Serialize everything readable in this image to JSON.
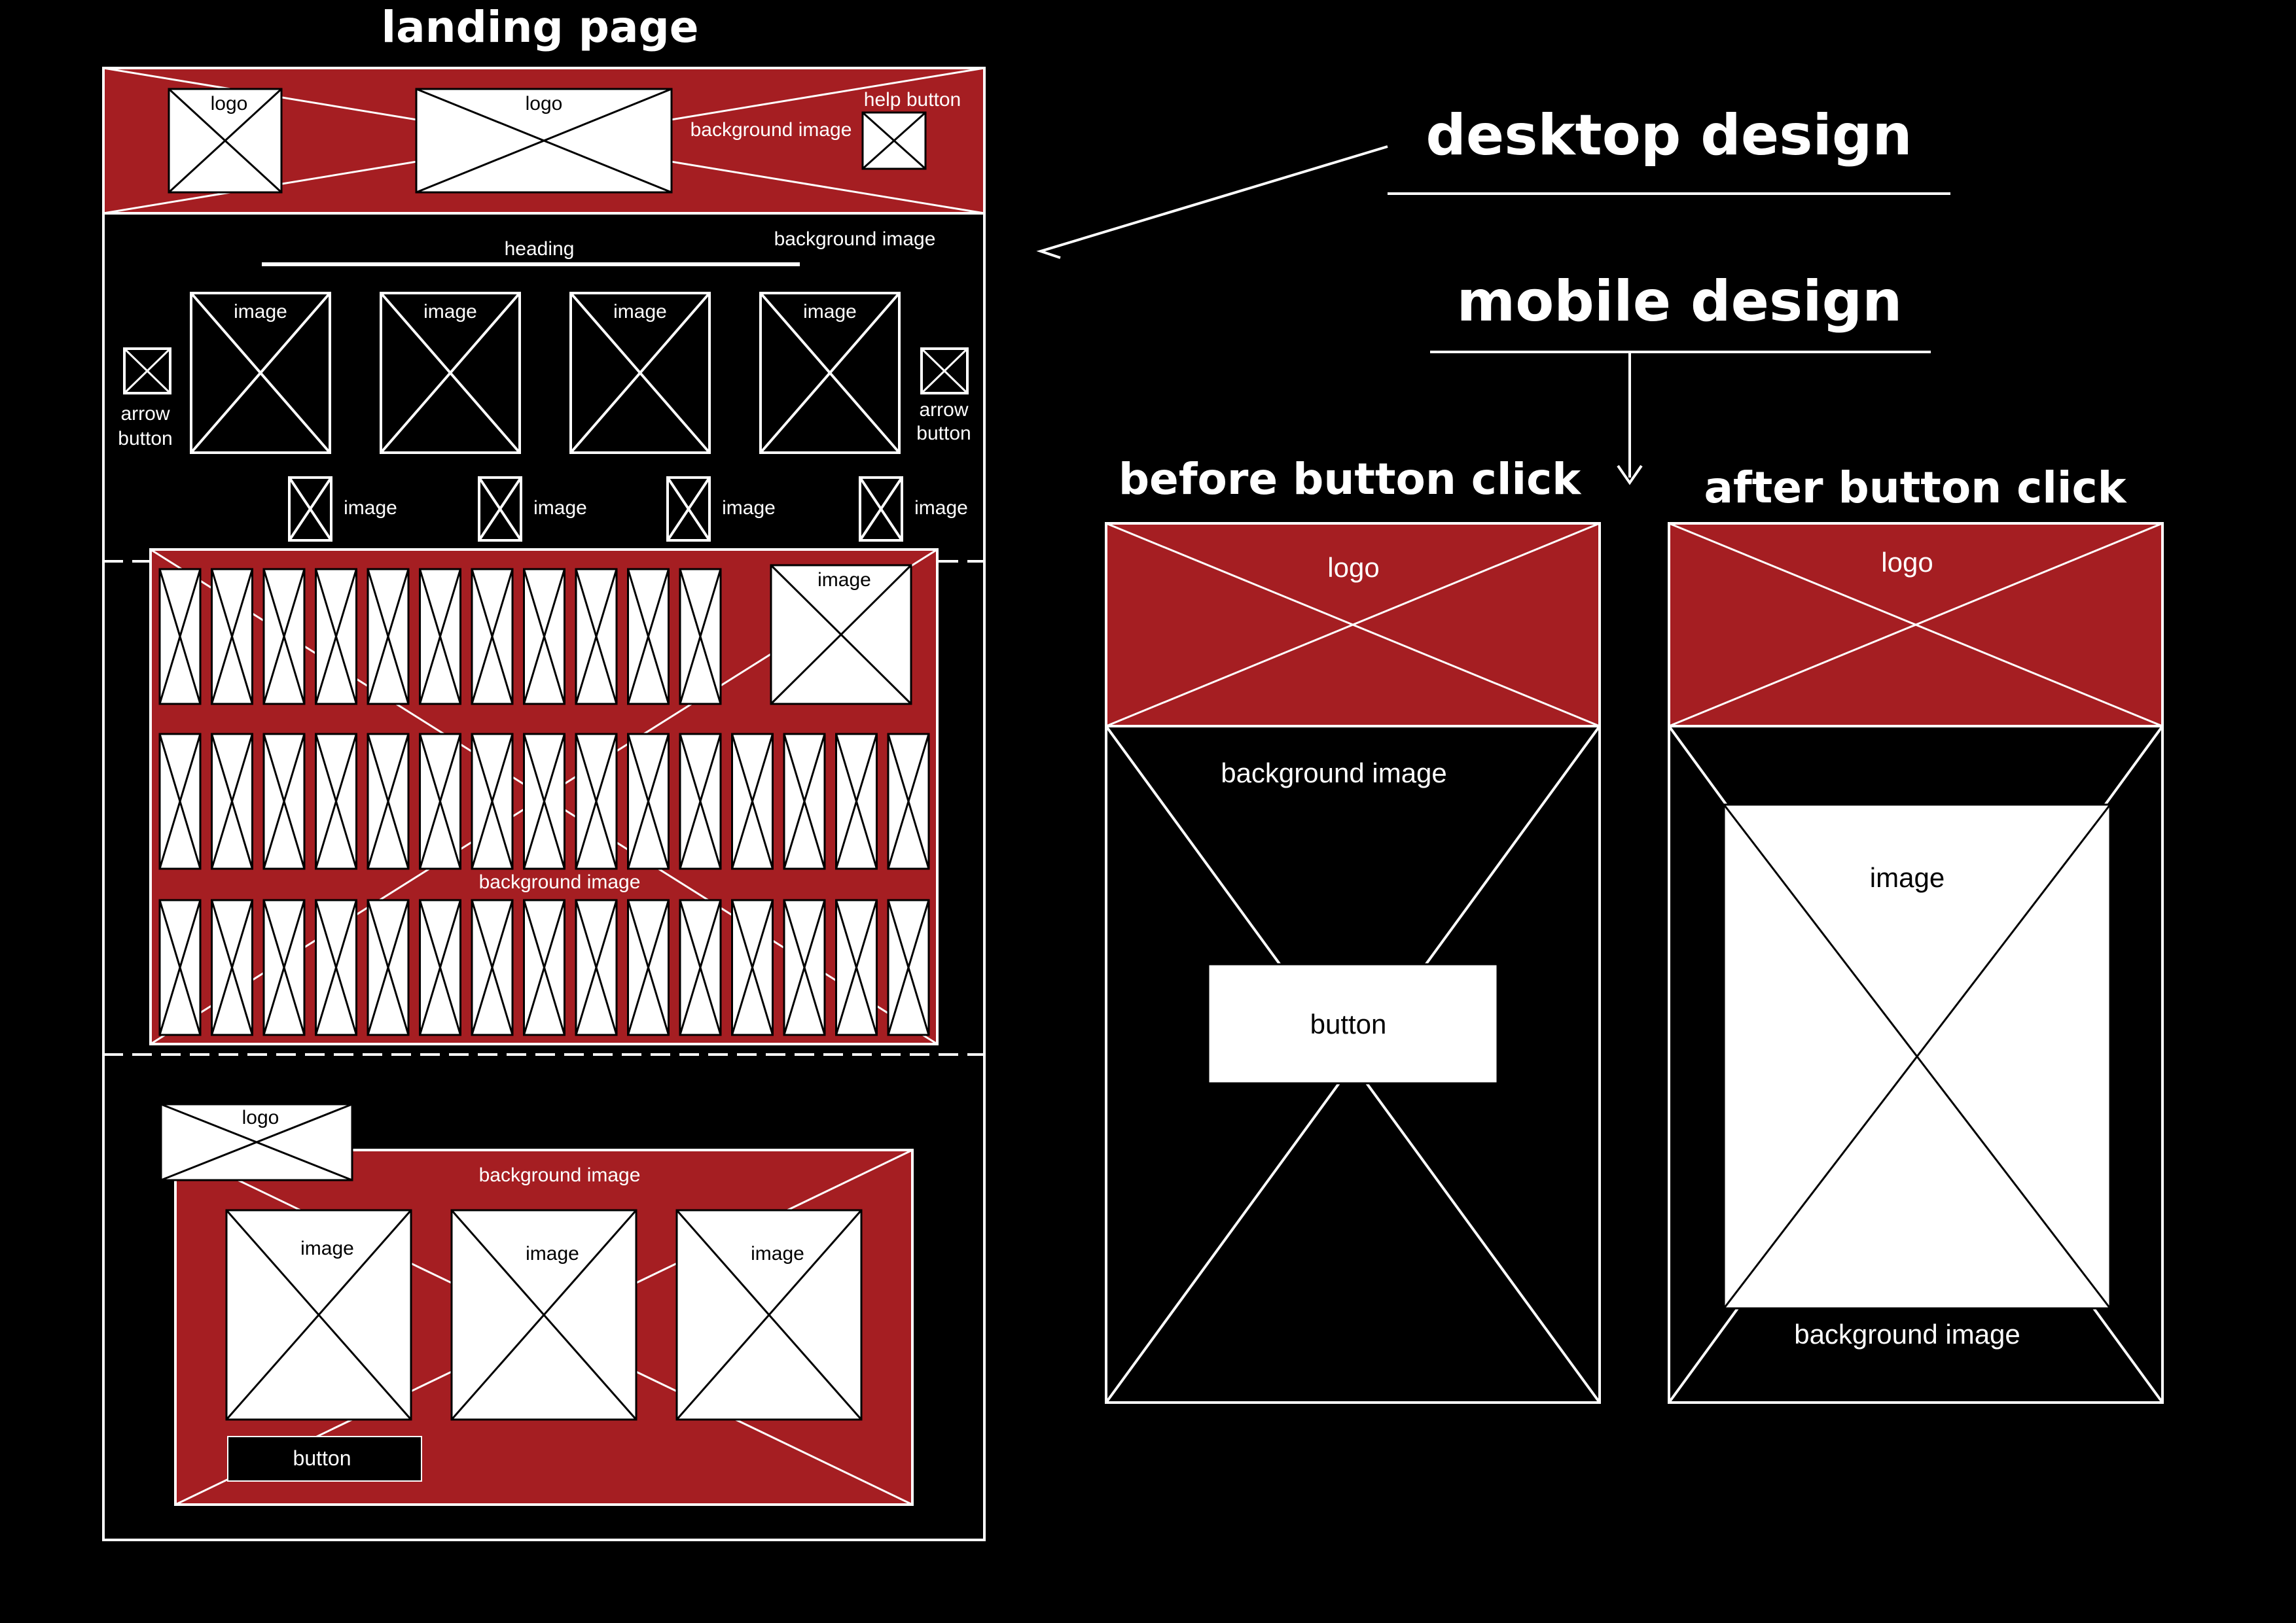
{
  "colors": {
    "background": "#000000",
    "accent": "#a51e22",
    "line": "#ffffff",
    "fill_light": "#ffffff"
  },
  "titles": {
    "landing": "landing page",
    "desktop": "desktop design",
    "mobile": "mobile design",
    "before": "before button click",
    "after": "after button click"
  },
  "desktop": {
    "header": {
      "logo_small": "logo",
      "logo_wide": "logo",
      "background": "background image",
      "help": "help button"
    },
    "gallery": {
      "background": "background image",
      "heading": "heading",
      "arrow_left": [
        "arrow",
        "button"
      ],
      "arrow_right": [
        "arrow",
        "button"
      ],
      "images": [
        "image",
        "image",
        "image",
        "image"
      ],
      "thumbs": [
        "image",
        "image",
        "image",
        "image"
      ]
    },
    "grid": {
      "background": "background image",
      "feature_image": "image"
    },
    "footer": {
      "logo": "logo",
      "background": "background image",
      "images": [
        "image",
        "image",
        "image"
      ],
      "button": "button"
    }
  },
  "mobile": {
    "before": {
      "logo": "logo",
      "background": "background image",
      "button": "button"
    },
    "after": {
      "logo": "logo",
      "image": "image",
      "background": "background image"
    }
  }
}
